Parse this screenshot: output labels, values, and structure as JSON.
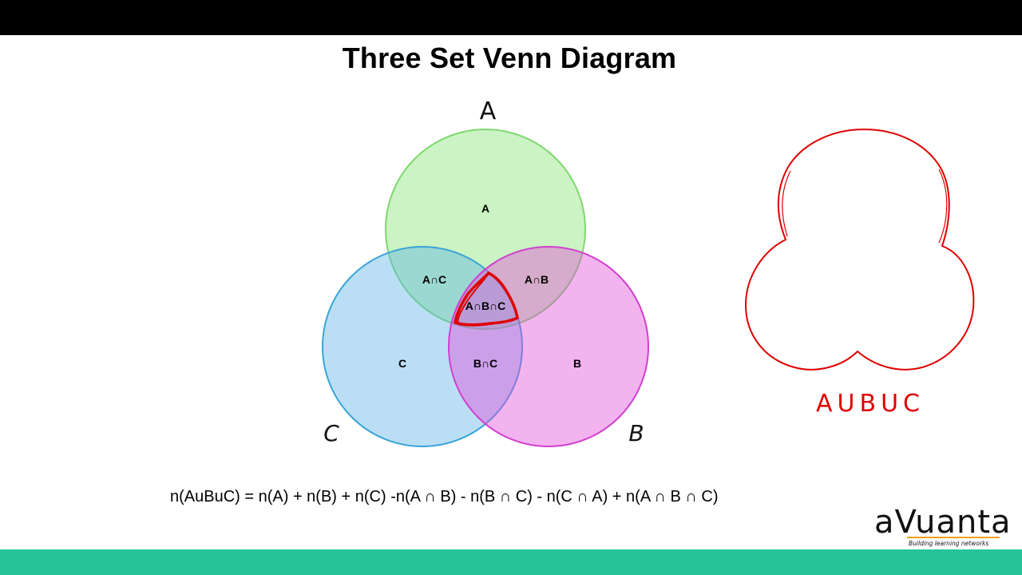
{
  "slide": {
    "title": "Three Set Venn Diagram",
    "formula": "n(AuBuC) = n(A) + n(B) + n(C) -n(A ∩ B) - n(B ∩ C) - n(C ∩ A) + n(A ∩ B ∩ C)"
  },
  "venn": {
    "circles": {
      "a": {
        "handwritten_label": "A",
        "fill": "#c8f2c0",
        "stroke": "#7fd86f"
      },
      "b": {
        "handwritten_label": "B",
        "fill": "#f0b0ec",
        "stroke": "#d23fd0"
      },
      "c": {
        "handwritten_label": "C",
        "fill": "#b8dff2",
        "stroke": "#3aa4d8"
      }
    },
    "regions": {
      "a_only": "A",
      "b_only": "B",
      "c_only": "C",
      "a_and_c": "A∩C",
      "a_and_b": "A∩B",
      "b_and_c": "B∩C",
      "a_and_b_and_c": "A∩B∩C"
    },
    "highlight_color": "#e00000"
  },
  "union_sketch": {
    "label": "AUBUC",
    "color": "#e00000"
  },
  "logo": {
    "text": "aVuanta",
    "tagline": "Building learning networks"
  },
  "colors": {
    "top_bar": "#000000",
    "bottom_bar": "#26c39b"
  }
}
